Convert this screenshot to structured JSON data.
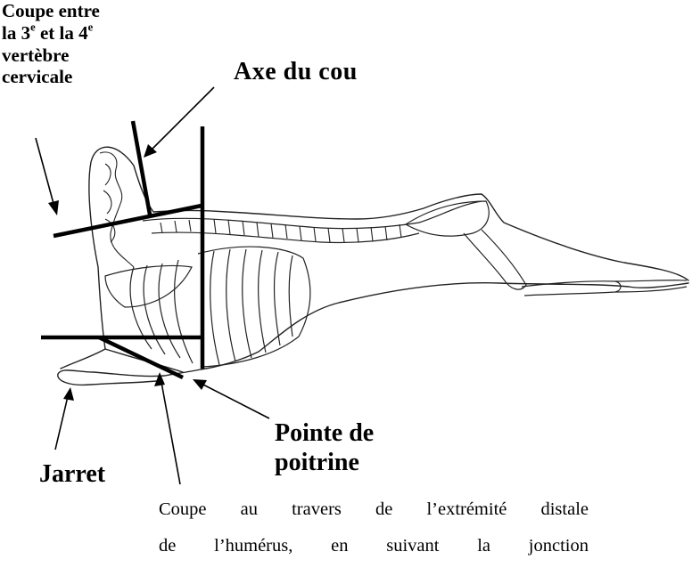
{
  "labels": {
    "coupe_line1": "Coupe entre",
    "coupe_line2_a": "la 3",
    "coupe_sup1": "e",
    "coupe_line2_b": " et la 4",
    "coupe_sup2": "e",
    "coupe_line3": "vertèbre",
    "coupe_line4": "cervicale",
    "axe": "Axe du cou",
    "pointe_line1": "Pointe de",
    "pointe_line2": "poitrine",
    "jarret": "Jarret",
    "caption_line1": "Coupe au travers de l’extrémité distale",
    "caption_line2": "de l’humérus, en suivant la jonction"
  },
  "colors": {
    "ink": "#000000",
    "background": "#ffffff"
  }
}
